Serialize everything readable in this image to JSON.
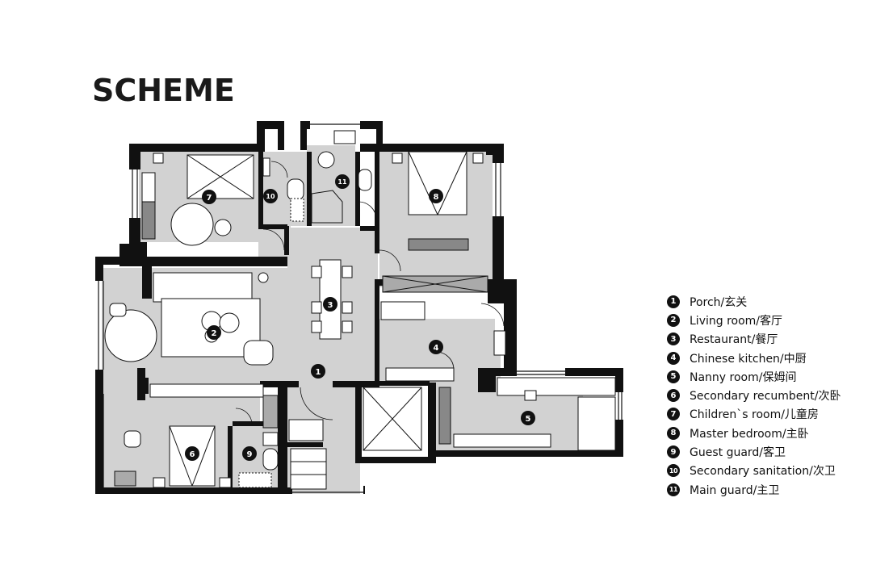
{
  "title": "SCHEME",
  "rooms": [
    {
      "num": "1",
      "name": "Porch/玄关"
    },
    {
      "num": "2",
      "name": "Living room/客厅"
    },
    {
      "num": "3",
      "name": "Restaurant/餐厅"
    },
    {
      "num": "4",
      "name": "Chinese kitchen/中厨"
    },
    {
      "num": "5",
      "name": "Nanny room/保姆间"
    },
    {
      "num": "6",
      "name": "Secondary recumbent/次卧"
    },
    {
      "num": "7",
      "name": "Children`s room/儿童房"
    },
    {
      "num": "8",
      "name": "Master bedroom/主卧"
    },
    {
      "num": "9",
      "name": "Guest guard/客卫"
    },
    {
      "num": "10",
      "name": "Secondary sanitation/次卫"
    },
    {
      "num": "11",
      "name": "Main guard/主卫"
    }
  ],
  "colors": {
    "floor": "#d2d2d2",
    "wall": "#111111",
    "furniture": "#ffffff"
  }
}
